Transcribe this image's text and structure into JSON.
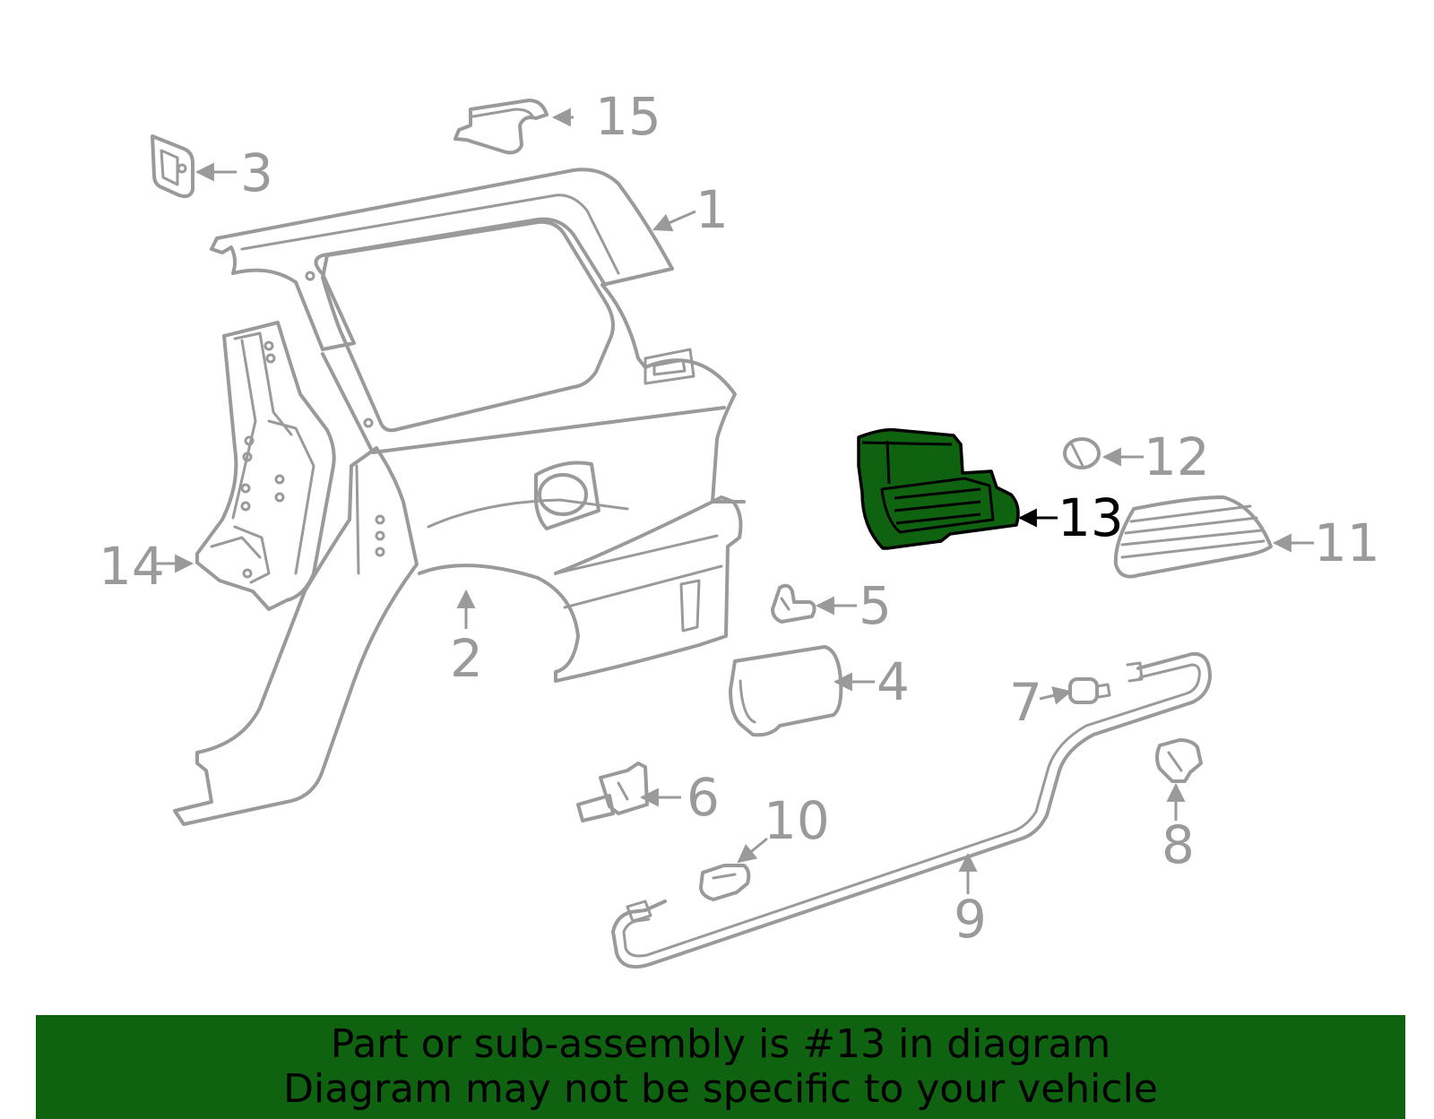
{
  "callouts": {
    "c1": "1",
    "c2": "2",
    "c3": "3",
    "c4": "4",
    "c5": "5",
    "c6": "6",
    "c7": "7",
    "c8": "8",
    "c9": "9",
    "c10": "10",
    "c11": "11",
    "c12": "12",
    "c13": "13",
    "c14": "14",
    "c15": "15"
  },
  "highlighted_part": "13",
  "banner": {
    "line1": "Part or sub-assembly is #13 in diagram",
    "line2": "Diagram may not be specific to your vehicle"
  },
  "colors": {
    "highlight": "#0f620f",
    "part_lines": "#9a9a9a",
    "banner_text": "#000000"
  }
}
